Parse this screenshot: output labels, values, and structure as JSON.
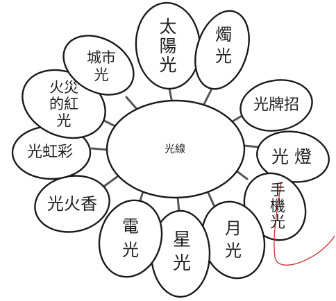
{
  "colors": {
    "ink": "#1f1f1f",
    "outline": "#1a1a1a",
    "connector": "#555555",
    "pen_mark": "#c83a3a"
  },
  "center": {
    "label": "光線"
  },
  "petals": [
    {
      "name": "taiyang",
      "label": "太\n陽\n光"
    },
    {
      "name": "zhu",
      "label": "燭\n光"
    },
    {
      "name": "zhaopai",
      "label": "光牌招"
    },
    {
      "name": "deng",
      "label": "光 燈"
    },
    {
      "name": "shouji",
      "label": "手\n機\n光"
    },
    {
      "name": "yue",
      "label": "月\n光"
    },
    {
      "name": "xing",
      "label": "星\n光"
    },
    {
      "name": "dian",
      "label": "電\n光"
    },
    {
      "name": "huoxiang",
      "label": "光火香"
    },
    {
      "name": "hong",
      "label": "光虹彩"
    },
    {
      "name": "huozai",
      "label": "火災\n的紅\n光"
    },
    {
      "name": "chengshi",
      "label": "城市\n光"
    }
  ]
}
